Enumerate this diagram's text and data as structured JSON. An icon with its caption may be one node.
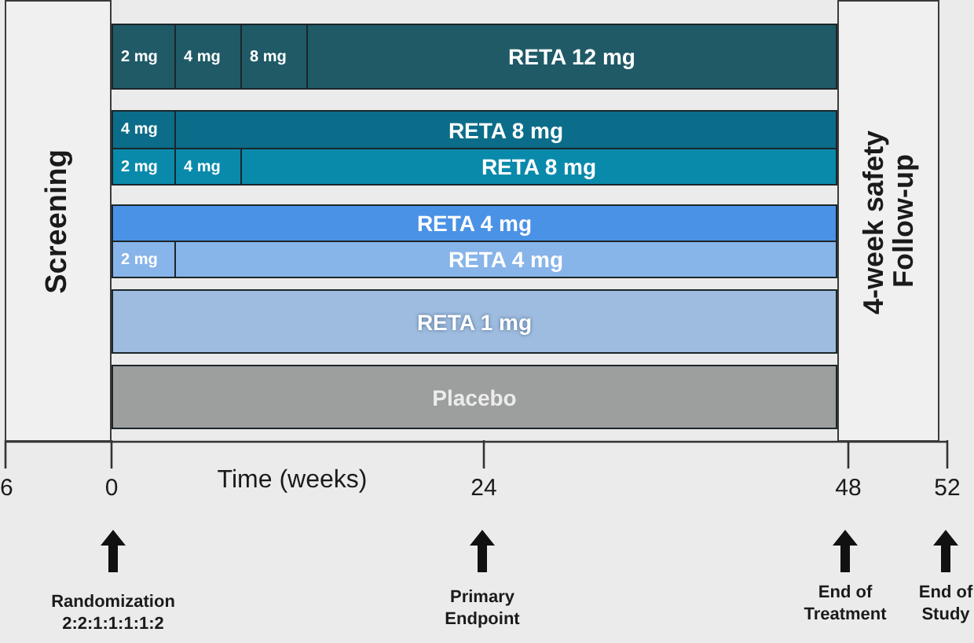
{
  "diagram": {
    "nodes": [
      {
        "text": [
          "Screening"
        ]
      },
      {
        "text": [
          "2 mg"
        ]
      },
      {
        "text": [
          "4 mg"
        ]
      },
      {
        "text": [
          "8 mg"
        ]
      },
      {
        "text": [
          "RETA 12 mg"
        ]
      },
      {
        "text": [
          "4 mg"
        ]
      },
      {
        "text": [
          "RETA 8 mg"
        ]
      },
      {
        "text": [
          "2 mg"
        ]
      },
      {
        "text": [
          "4 mg"
        ]
      },
      {
        "text": [
          "RETA 8 mg"
        ]
      },
      {
        "text": [
          "RETA 4 mg"
        ]
      },
      {
        "text": [
          "2 mg"
        ]
      },
      {
        "text": [
          "RETA 4 mg"
        ]
      },
      {
        "text": [
          "RETA 1 mg"
        ]
      },
      {
        "text": [
          "Placebo"
        ]
      },
      {
        "text": [
          "4-week safety Follow-up"
        ]
      }
    ],
    "labels": [
      "6",
      "0",
      "Time (weeks)",
      "24",
      "48",
      "52",
      "Randomization 2:2:1:1:1:1:2",
      "Primary Endpoint",
      "End of Treatment",
      "End of Study"
    ]
  }
}
